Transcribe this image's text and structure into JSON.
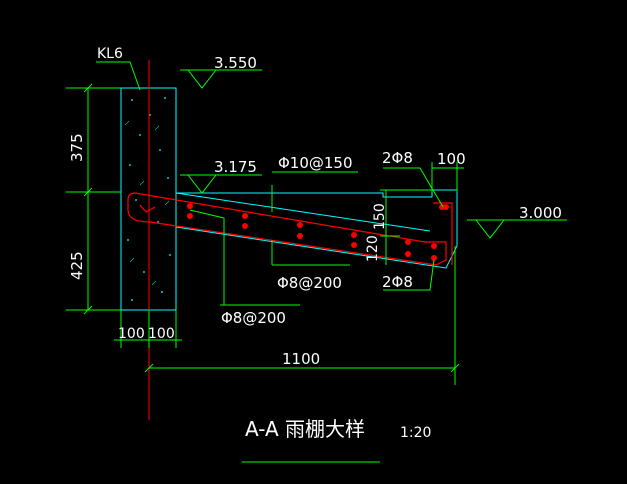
{
  "colors": {
    "background": "#000000",
    "concrete_outline": "#00ffff",
    "rebar": "#ff0000",
    "dimension": "#00ff00",
    "text": "#ffffff",
    "axis_line": "#ff0000"
  },
  "labels": {
    "beam": "KL6",
    "elev_top": "3.550",
    "elev_mid": "3.175",
    "elev_end": "3.000",
    "rebar_top": "Φ10@150",
    "rebar_dist": "Φ8@200",
    "rebar_bottom": "Φ8@200",
    "rebar_upstand_top": "2Φ8",
    "rebar_upstand_bottom": "2Φ8",
    "dim_upper": "375",
    "dim_lower": "425",
    "dim_100a": "100",
    "dim_100b": "100",
    "dim_100c": "100",
    "dim_150": "150",
    "dim_120": "120",
    "dim_span": "1100",
    "title": "A-A 雨棚大样",
    "scale": "1:20"
  }
}
